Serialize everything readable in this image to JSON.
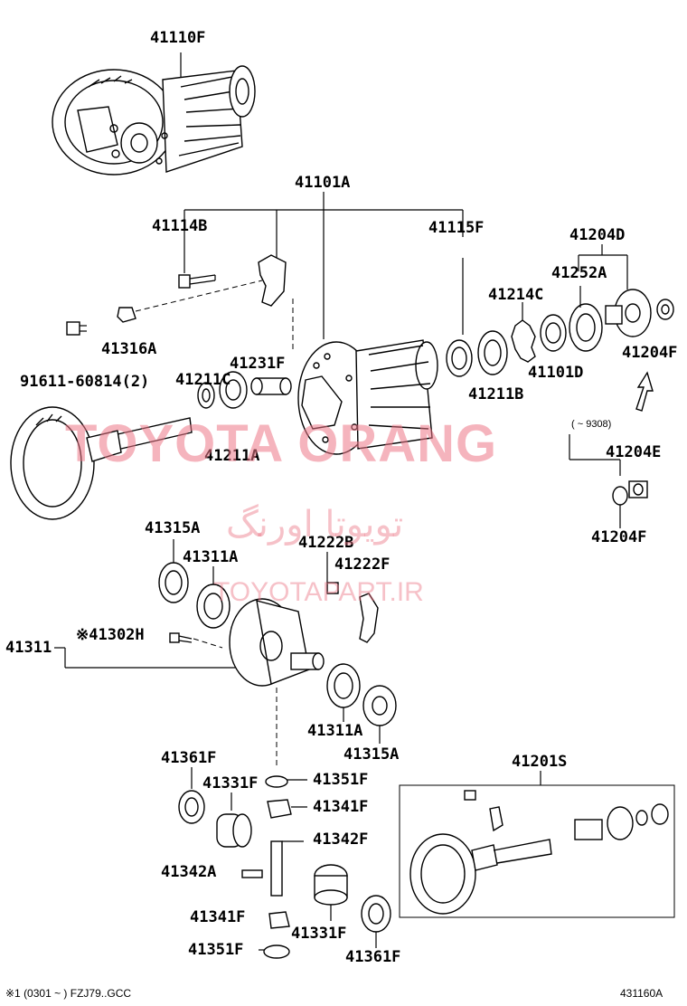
{
  "diagram": {
    "part_labels": {
      "carrier_assy": "41110F",
      "case_sub_assy": "41101A",
      "bolt_41114B": "41114B",
      "seal_41115F": "41115F",
      "flange_41204D": "41204D",
      "washer_41252A": "41252A",
      "nut_41214C": "41214C",
      "bolt_91611": "91611-60814(2)",
      "lock_41316A": "41316A",
      "spacer_41231F": "41231F",
      "bearing_41211C": "41211C",
      "bearing_41211B": "41211B",
      "bearing_41101D": "41101D",
      "nut_41204F_top": "41204F",
      "bearing_41211A": "41211A",
      "nut_41204E": "41204E",
      "washer_41204F_bottom": "41204F",
      "bearing_41315A_top": "41315A",
      "race_41311A_top": "41311A",
      "bolt_41222B": "41222B",
      "lock_41222F": "41222F",
      "case_41311": "41311",
      "bolt_41302H": "※41302H",
      "race_41311A_bottom": "41311A",
      "bearing_41315A_bottom": "41315A",
      "washer_41361F_top": "41361F",
      "gear_41331F_top": "41331F",
      "washer_41351F_top": "41351F",
      "pinion_41341F_top": "41341F",
      "shaft_41342F": "41342F",
      "pin_41342A": "41342A",
      "pinion_41341F_bottom": "41341F",
      "gear_41331F_bottom": "41331F",
      "washer_41351F_bottom": "41351F",
      "washer_41361F_bottom": "41361F",
      "kit_41201S": "41201S"
    },
    "date_range_note": "(         ~ 9308)",
    "footnote": "※1 (0301 ~         ) FZJ79..GCC",
    "figure_number": "431160A"
  },
  "watermark": {
    "main": "TOYOTA ORANG",
    "persian": "تویوتا اورنگ",
    "url": "TOYOTAPART.IR"
  },
  "colors": {
    "linework": "#000000",
    "watermark": "#ec7686"
  }
}
